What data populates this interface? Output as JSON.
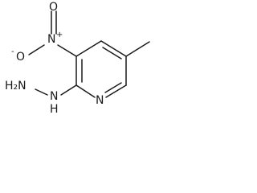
{
  "structure": {
    "atoms": {
      "nitro_o_minus": "O",
      "nitro_o_minus_charge": "-",
      "nitro_n": "N",
      "nitro_n_charge": "+",
      "nitro_o_double": "O",
      "hydrazine_nh2": "H₂N",
      "hydrazine_nh": "N",
      "hydrazine_h": "H",
      "ring_n": "N"
    }
  }
}
